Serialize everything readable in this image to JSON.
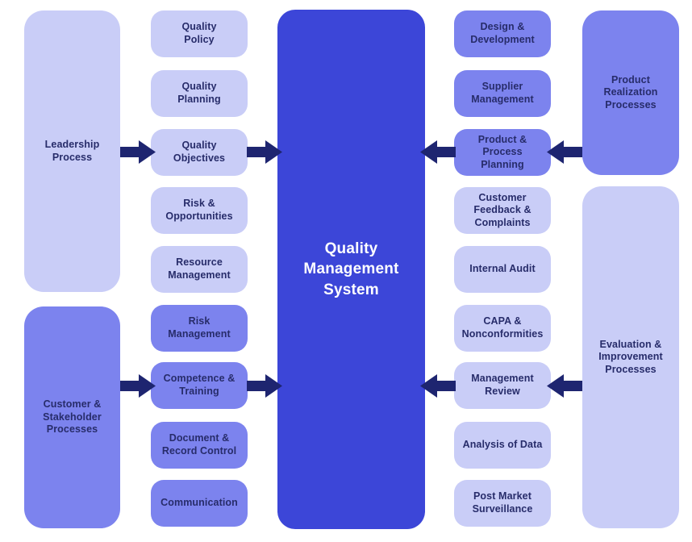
{
  "title": "Quality Management System process diagram",
  "colors": {
    "light": "#c9cdf7",
    "medium": "#7c83ee",
    "primary": "#3c46d8",
    "arrow": "#1e2570",
    "text": "#272c6a",
    "center_text": "#ffffff",
    "bg": "#ffffff"
  },
  "center": {
    "label": "Quality\nManagement\nSystem"
  },
  "groups": {
    "leadership": {
      "label": "Leadership\nProcess"
    },
    "customer_stakeholder": {
      "label": "Customer &\nStakeholder\nProcesses"
    },
    "product_realization": {
      "label": "Product\nRealization\nProcesses"
    },
    "evaluation_improvement": {
      "label": "Evaluation &\nImprovement\nProcesses"
    }
  },
  "left_column": [
    "Quality\nPolicy",
    "Quality\nPlanning",
    "Quality\nObjectives",
    "Risk &\nOpportunities",
    "Resource\nManagement",
    "Risk\nManagement",
    "Competence &\nTraining",
    "Document &\nRecord Control",
    "Communication"
  ],
  "right_column": [
    "Design &\nDevelopment",
    "Supplier\nManagement",
    "Product &\nProcess\nPlanning",
    "Customer\nFeedback &\nComplaints",
    "Internal Audit",
    "CAPA &\nNonconformities",
    "Management\nReview",
    "Analysis of Data",
    "Post Market\nSurveillance"
  ]
}
